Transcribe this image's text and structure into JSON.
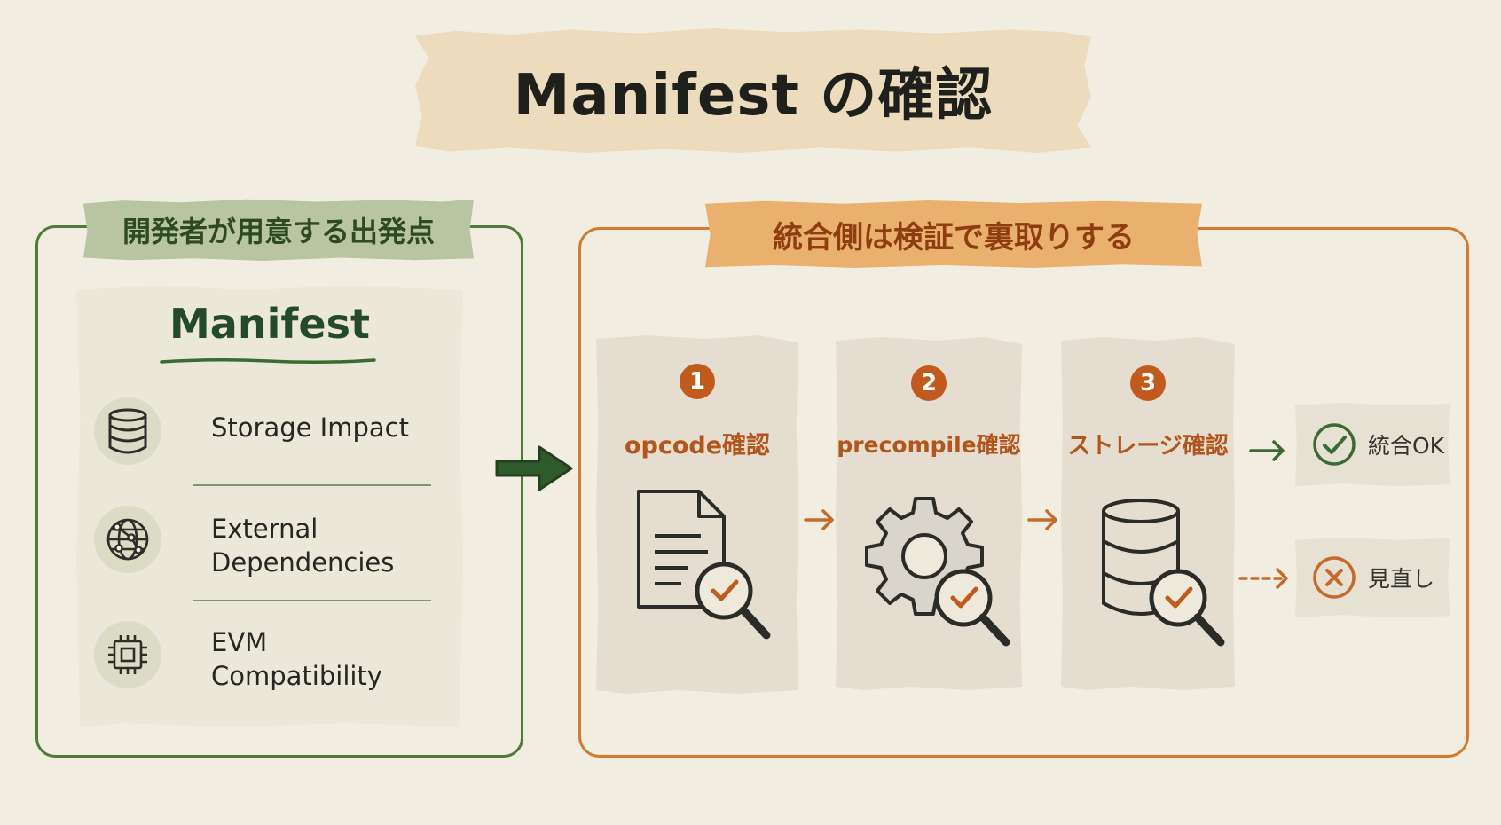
{
  "title": "Manifest の確認",
  "left_panel": {
    "tag": "開発者が用意する出発点",
    "card_title": "Manifest",
    "items": [
      {
        "icon": "database-icon",
        "label": "Storage Impact"
      },
      {
        "icon": "globe-network-icon",
        "label_line1": "External",
        "label_line2": "Dependencies"
      },
      {
        "icon": "chip-icon",
        "label_line1": "EVM",
        "label_line2": "Compatibility"
      }
    ]
  },
  "right_panel": {
    "tag": "統合側は検証で裏取りする",
    "steps": [
      {
        "number": "1",
        "label": "opcode確認",
        "icon": "document-magnifier-icon"
      },
      {
        "number": "2",
        "label": "precompile確認",
        "icon": "gear-magnifier-icon"
      },
      {
        "number": "3",
        "label": "ストレージ確認",
        "icon": "database-magnifier-icon"
      }
    ],
    "results": [
      {
        "icon": "check-circle-icon",
        "label": "統合OK"
      },
      {
        "icon": "x-circle-icon",
        "label": "見直し"
      }
    ]
  },
  "colors": {
    "background": "#f2ede1",
    "green": "#4f7a3a",
    "orange": "#d17a32",
    "badge": "#c25a1e"
  }
}
